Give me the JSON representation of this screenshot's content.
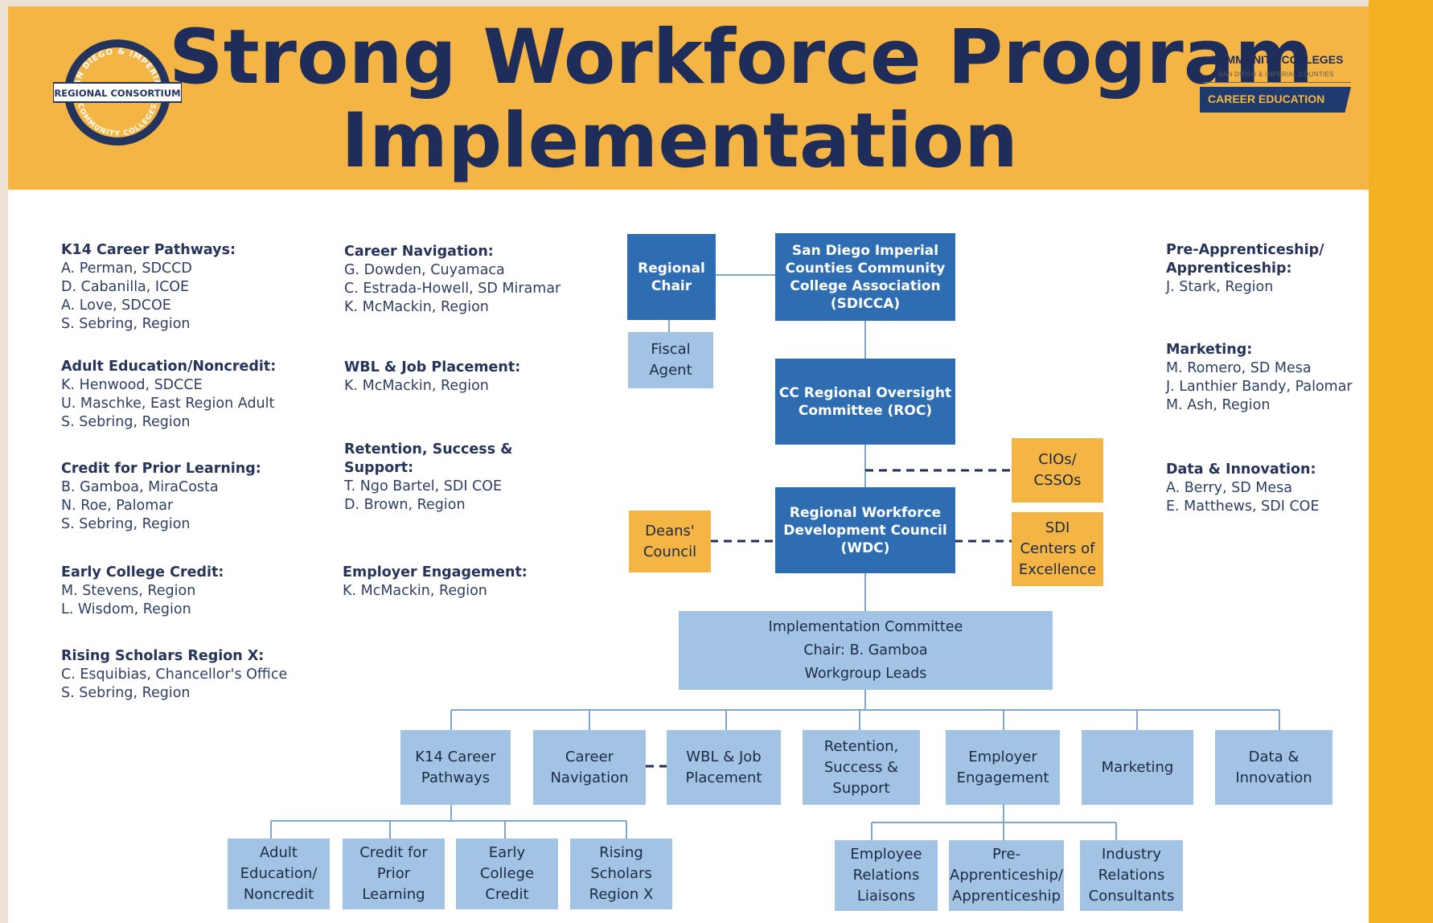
{
  "header": {
    "title_line1": "Strong Workforce Program",
    "title_line2": "Implementation",
    "left_logo": {
      "center_text": "REGIONAL CONSORTIUM",
      "top_arc": "SAN DIEGO & IMPERIAL",
      "bottom_arc": "COMMUNITY COLLEGES"
    },
    "right_logo": {
      "top": "COMMUNITY COLLEGES",
      "sub": "SAN DIEGO & IMPERIAL COUNTIES",
      "bar": "CAREER EDUCATION"
    }
  },
  "workgroups_col1": [
    {
      "heading": "K14 Career Pathways:",
      "members": [
        "A. Perman, SDCCD",
        "D. Cabanilla, ICOE",
        "A. Love, SDCOE",
        "S. Sebring, Region"
      ]
    },
    {
      "heading": "Adult Education/Noncredit:",
      "members": [
        "K. Henwood, SDCCE",
        "U. Maschke, East Region Adult",
        "S. Sebring, Region"
      ]
    },
    {
      "heading": "Credit for Prior Learning:",
      "members": [
        "B. Gamboa, MiraCosta",
        "N. Roe, Palomar",
        "S. Sebring, Region"
      ]
    },
    {
      "heading": "Early College Credit:",
      "members": [
        "M. Stevens, Region",
        "L. Wisdom, Region"
      ]
    },
    {
      "heading": "Rising Scholars Region X:",
      "members": [
        "C. Esquibias, Chancellor's Office",
        "S. Sebring, Region"
      ]
    }
  ],
  "workgroups_col2": [
    {
      "heading": "Career Navigation:",
      "members": [
        "G. Dowden, Cuyamaca",
        "C. Estrada-Howell, SD Miramar",
        "K. McMackin, Region"
      ]
    },
    {
      "heading": "WBL & Job Placement:",
      "members": [
        "K. McMackin, Region"
      ]
    },
    {
      "heading": "Retention, Success &",
      "heading2": "Support:",
      "members": [
        "T. Ngo Bartel, SDI COE",
        "D. Brown, Region"
      ]
    },
    {
      "heading": "Employer Engagement:",
      "members": [
        "K. McMackin, Region"
      ]
    }
  ],
  "workgroups_col3": [
    {
      "heading": "Pre-Apprenticeship/",
      "heading2": "Apprenticeship:",
      "members": [
        "J. Stark, Region"
      ]
    },
    {
      "heading": "Marketing:",
      "members": [
        "M. Romero, SD Mesa",
        "J. Lanthier Bandy, Palomar",
        "M. Ash, Region"
      ]
    },
    {
      "heading": "Data & Innovation:",
      "members": [
        "A. Berry, SD Mesa",
        "E. Matthews, SDI COE"
      ]
    }
  ],
  "org_chart": {
    "regional_chair": "Regional\nChair",
    "sdicca": "San Diego Imperial\nCounties Community\nCollege Association\n(SDICCA)",
    "fiscal_agent": "Fiscal\nAgent",
    "roc": "CC Regional Oversight\nCommittee (ROC)",
    "cios": "CIOs/\nCSSOs",
    "wdc": "Regional Workforce\nDevelopment Council\n(WDC)",
    "deans": "Deans'\nCouncil",
    "sdi_coe": "SDI\nCenters of\nExcellence",
    "implementation": "Implementation Committee\nChair: B. Gamboa\nWorkgroup Leads",
    "workgroups": {
      "k14": "K14 Career\nPathways",
      "career_nav": "Career\nNavigation",
      "wbl": "WBL & Job\nPlacement",
      "retention": "Retention,\nSuccess  &\nSupport",
      "employer": "Employer\nEngagement",
      "marketing": "Marketing",
      "data": "Data &\nInnovation"
    },
    "subgroups": {
      "adult_ed": "Adult\nEducation/\nNoncredit",
      "cpl": "Credit for\nPrior\nLearning",
      "early_college": "Early\nCollege\nCredit",
      "rising": "Rising\nScholars\nRegion X",
      "employee_rel": "Employee\nRelations\nLiaisons",
      "pre_app": "Pre-\nApprenticeship/\nApprenticeship",
      "industry": "Industry\nRelations\nConsultants"
    }
  },
  "colors": {
    "banner": "#f5b544",
    "title": "#1f2d5a",
    "dark_box": "#2f6db3",
    "light_box": "#a3c3e4",
    "orange_box": "#f5b544"
  }
}
